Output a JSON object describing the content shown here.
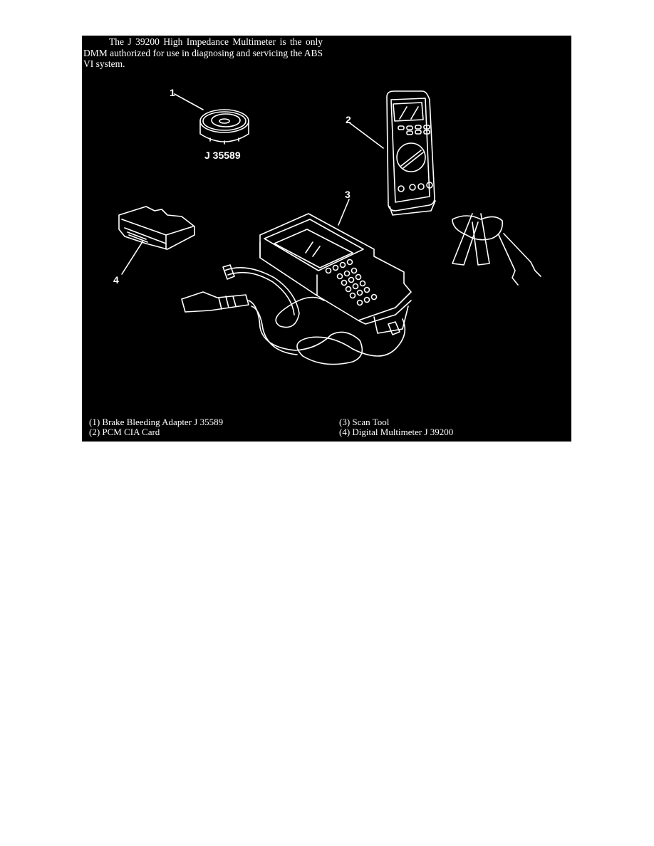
{
  "figure": {
    "intro_text": "The J 39200 High Impedance Multimeter is the only DMM authorized for use in diagnosing and servicing the ABS VI system.",
    "callouts": [
      "1",
      "2",
      "3",
      "4"
    ],
    "part_label": "J 35589",
    "legend": {
      "left": [
        "(1)  Brake Bleeding Adapter J 35589",
        "(2)  PCM CIA Card"
      ],
      "right": [
        "(3)  Scan Tool",
        "(4)  Digital Multimeter J 39200"
      ]
    },
    "colors": {
      "background": "#000000",
      "line_art": "#ffffff",
      "page": "#ffffff"
    },
    "illustrations": [
      "brake-bleeding-adapter",
      "digital-multimeter-with-test-leads",
      "scan-tool-with-cables",
      "pcm-cia-card"
    ]
  }
}
